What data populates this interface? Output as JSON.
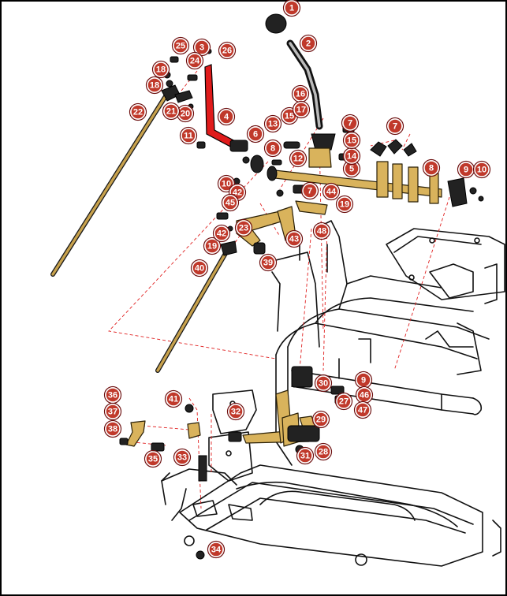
{
  "diagram": {
    "callouts": [
      "1",
      "2",
      "3",
      "4",
      "5",
      "6",
      "7",
      "8",
      "9",
      "10",
      "11",
      "12",
      "13",
      "14",
      "15",
      "16",
      "17",
      "18",
      "19",
      "20",
      "21",
      "22",
      "23",
      "24",
      "25",
      "26",
      "27",
      "28",
      "29",
      "30",
      "31",
      "32",
      "33",
      "34",
      "35",
      "36",
      "37",
      "38",
      "39",
      "40",
      "41",
      "42",
      "43",
      "44",
      "45",
      "46",
      "47",
      "48"
    ],
    "colors": {
      "callout": "#c0392b",
      "part_highlight": "#d9b35c",
      "red_part": "#e01b1b",
      "leader": "#e02020"
    }
  }
}
